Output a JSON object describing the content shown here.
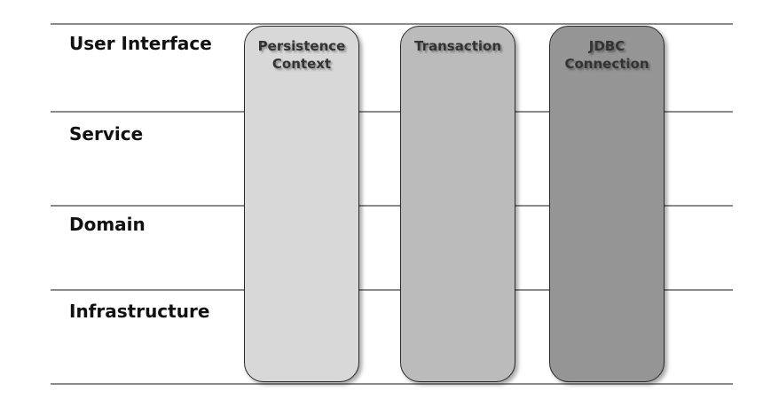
{
  "layers": [
    "User Interface",
    "Service",
    "Domain",
    "Infrastructure"
  ],
  "columns": [
    {
      "line1": "Persistence",
      "line2": "Context",
      "color": "#d8d8d8"
    },
    {
      "line1": "Transaction",
      "line2": "",
      "color": "#bbbbbb"
    },
    {
      "line1": "JDBC",
      "line2": "Connection",
      "color": "#959595"
    }
  ]
}
